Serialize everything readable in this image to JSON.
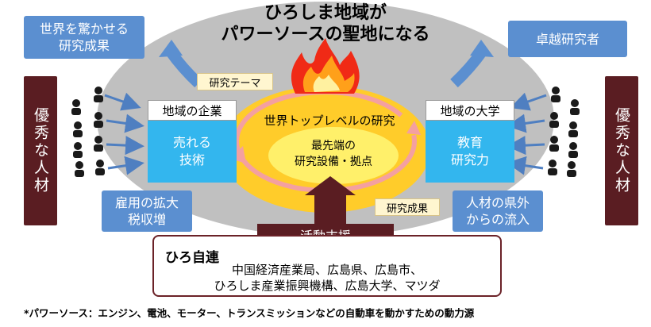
{
  "title": {
    "line1": "ひろしま地域が",
    "line2": "パワーソースの聖地になる"
  },
  "top_left_box": "世界を驚かせる\n研究成果",
  "top_right_box": "卓越研究者",
  "side_label_left": "優秀な人材",
  "side_label_right": "優秀な人材",
  "company": {
    "label": "地域の企業",
    "content": "売れる\n技術"
  },
  "university": {
    "label": "地域の大学",
    "content": "教育\n研究力"
  },
  "tag_research_theme": "研究テーマ",
  "tag_research_results": "研究成果",
  "world_top_research": "世界トップレベルの研究",
  "core": "最先端の\n研究設備・拠点",
  "bottom_left_box": "雇用の拡大\n税収増",
  "bottom_right_box": "人材の県外\nからの流入",
  "activity_support": "活動支援",
  "hirojiren": {
    "title": "ひろ自連",
    "line1": "中国経済産業局、広島県、広島市、",
    "line2": "ひろしま産業振興機構、広島大学、マツダ"
  },
  "footnote": "*パワーソース：エンジン、電池、モーター、トランスミッションなどの自動車を動かすための動力源",
  "colors": {
    "blue_box": "#5b8fd0",
    "maroon": "#5a1d22",
    "sky_blue": "#33b6ee",
    "gray_ellipse": "#c0c0c0",
    "yellow": "#ffd21f",
    "flame_red": "#f02a16",
    "cycle_arrow": "#f4a0a0"
  },
  "icons": {
    "people": "person-icon",
    "flame": "flame-icon"
  }
}
